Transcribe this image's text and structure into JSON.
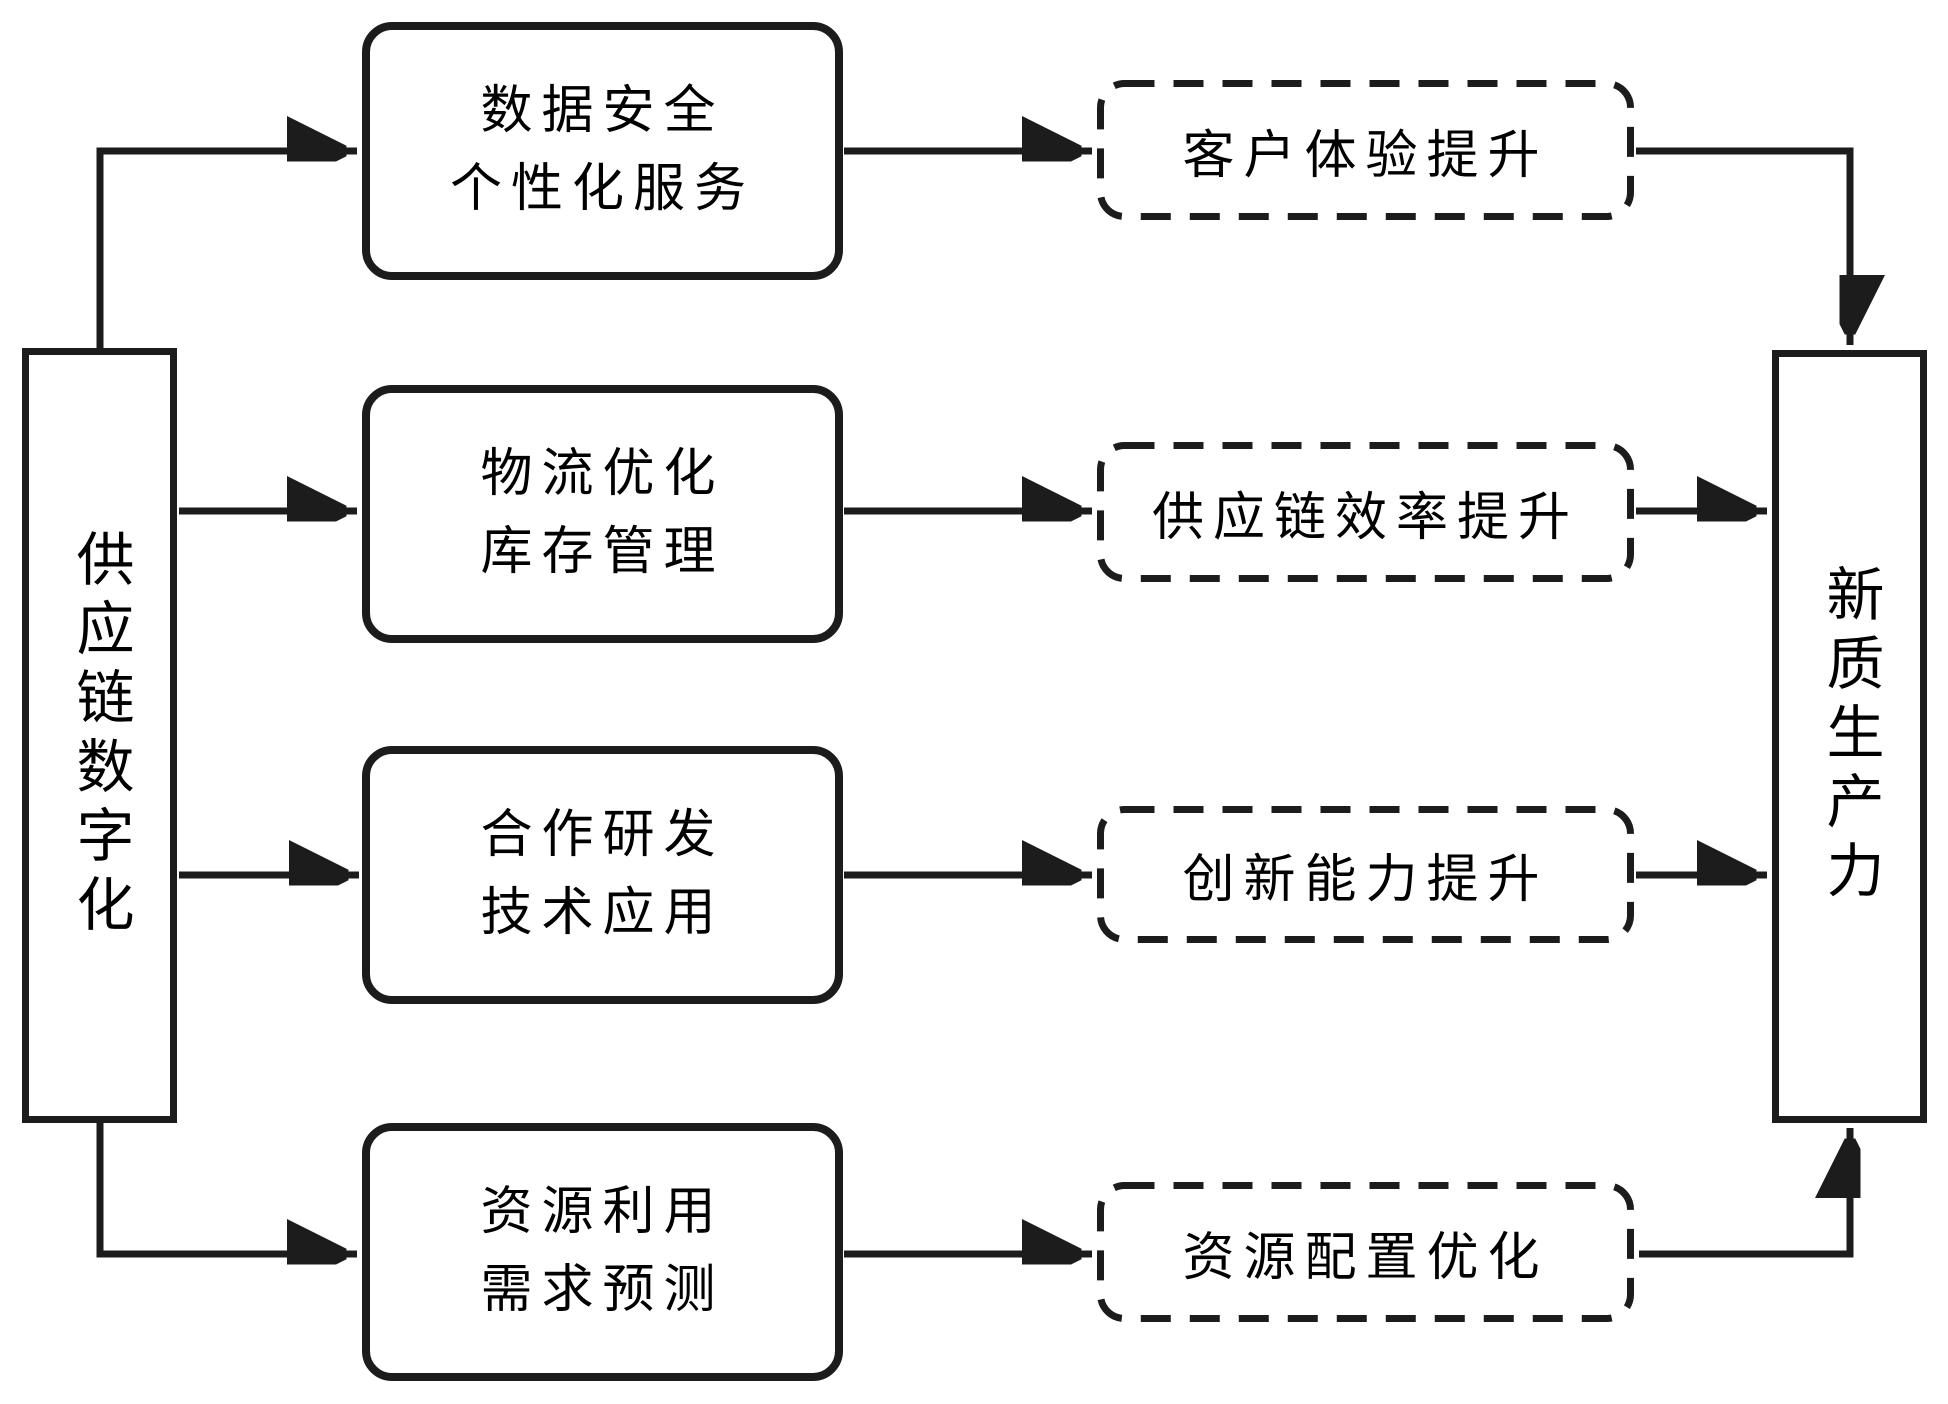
{
  "diagram": {
    "title_hint": "供应链数字化驱动新质生产力流程图",
    "source_node": {
      "label": "供应链数字化"
    },
    "target_node": {
      "label": "新质生产力"
    },
    "capability_nodes": [
      {
        "line1": "数据安全",
        "line2": "个性化服务"
      },
      {
        "line1": "物流优化",
        "line2": "库存管理"
      },
      {
        "line1": "合作研发",
        "line2": "技术应用"
      },
      {
        "line1": "资源利用",
        "line2": "需求预测"
      }
    ],
    "outcome_nodes": [
      {
        "label": "客户体验提升"
      },
      {
        "label": "供应链效率提升"
      },
      {
        "label": "创新能力提升"
      },
      {
        "label": "资源配置优化"
      }
    ],
    "edges": [
      "供应链数字化 -> 数据安全/个性化服务",
      "供应链数字化 -> 物流优化/库存管理",
      "供应链数字化 -> 合作研发/技术应用",
      "供应链数字化 -> 资源利用/需求预测",
      "数据安全/个性化服务 -> 客户体验提升",
      "物流优化/库存管理 -> 供应链效率提升",
      "合作研发/技术应用 -> 创新能力提升",
      "资源利用/需求预测 -> 资源配置优化",
      "客户体验提升 -> 新质生产力",
      "供应链效率提升 -> 新质生产力",
      "创新能力提升 -> 新质生产力",
      "资源配置优化 -> 新质生产力"
    ],
    "colors": {
      "stroke": "#1c1c1c",
      "background": "#ffffff",
      "text": "#000000"
    }
  }
}
